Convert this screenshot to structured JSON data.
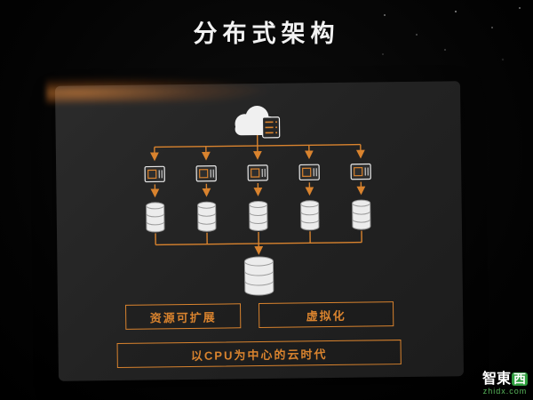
{
  "slide": {
    "title": "分布式架构"
  },
  "diagram": {
    "structure": "cloud-to-hosts-to-databases-to-central-database",
    "host_count": 5,
    "database_count": 5,
    "icons": {
      "top": "cloud-server-icon",
      "middle": "host-server-icon",
      "lower": "database-icon",
      "bottom": "central-database-icon"
    }
  },
  "labels": {
    "tag1": "资源可扩展",
    "tag2": "虚拟化",
    "bottom": "以CPU为中心的云时代"
  },
  "watermark": {
    "brand_prefix": "智東",
    "brand_chip": "西",
    "domain": "zhidx.com"
  },
  "colors": {
    "accent": "#d9832e",
    "panel": "#232323",
    "background": "#000000"
  }
}
